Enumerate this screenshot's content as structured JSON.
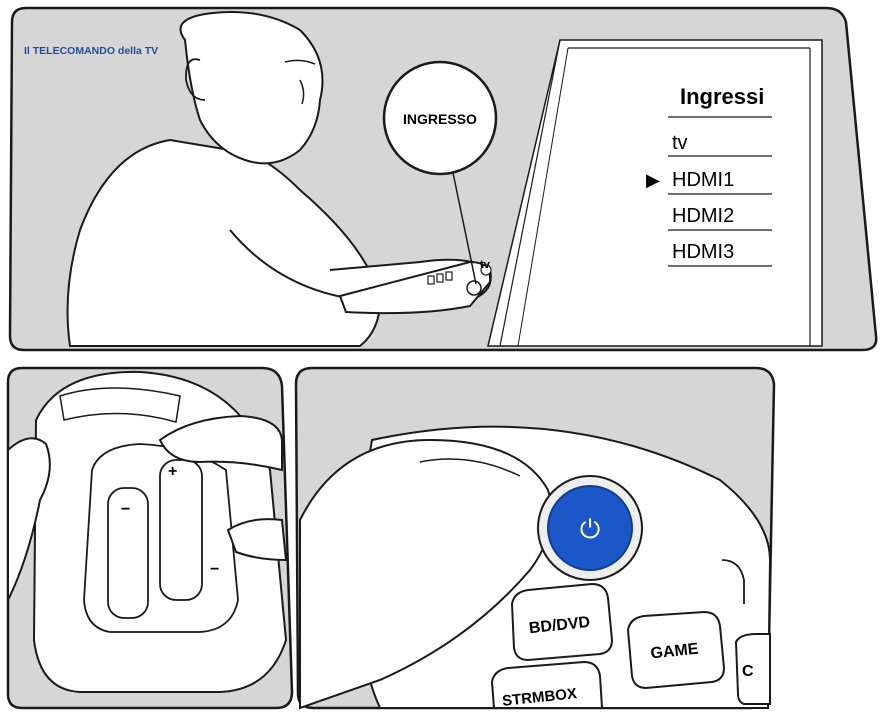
{
  "panel_top": {
    "caption": "Il TELECOMANDO della TV",
    "callout_label": "INGRESSO",
    "remote_label": "tv",
    "tv_menu": {
      "title": "Ingressi",
      "items": [
        {
          "label": "tv",
          "selected": false
        },
        {
          "label": "HDMI1",
          "selected": true
        },
        {
          "label": "HDMI2",
          "selected": false
        },
        {
          "label": "HDMI3",
          "selected": false
        }
      ],
      "selection_marker": "▶"
    }
  },
  "panel_battery": {
    "plus_mark": "+",
    "minus_mark": "−"
  },
  "panel_remote": {
    "power_symbol": "⏻",
    "buttons": {
      "bd_dvd": "BD/DVD",
      "game": "GAME",
      "strmbox": "STRMBOX",
      "partial": "C"
    }
  },
  "colors": {
    "caption_blue": "#1d4e9e",
    "power_button_blue": "#1c57c7",
    "panel_grey": "#d6d6d6",
    "outline": "#1a1a1a"
  }
}
